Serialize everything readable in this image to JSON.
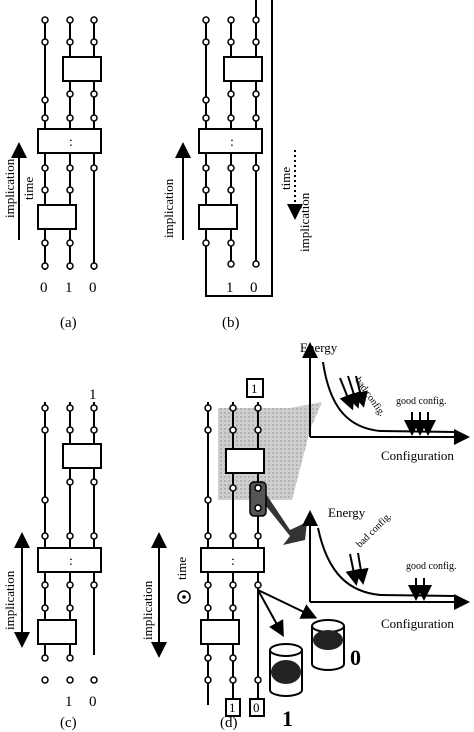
{
  "panels": {
    "a": {
      "caption": "(a)",
      "outputs": [
        "0",
        "1",
        "0"
      ],
      "arrow_label_outer": "implication",
      "arrow_label_inner": "time"
    },
    "b": {
      "caption": "(b)",
      "outputs": [
        "1",
        "0"
      ],
      "arrow_label_left": "implication",
      "arrow_label_right_top": "time",
      "arrow_label_right_bottom": "implication"
    },
    "c": {
      "caption": "(c)",
      "top_label": "1",
      "outputs": [
        "1",
        "0"
      ],
      "arrow_label": "implication"
    },
    "d": {
      "caption": "(d)",
      "top_box": "1",
      "bottom_boxes": [
        "1",
        "0"
      ],
      "arrow_label_outer": "implication",
      "arrow_label_inner": "time",
      "drum_labels": [
        "0",
        "1"
      ],
      "plot_top": {
        "y_label": "Energy",
        "x_label": "Configuration",
        "bad_label": "bad config.",
        "good_label": "good config."
      },
      "plot_bottom": {
        "y_label": "Energy",
        "x_label": "Configuration",
        "bad_label": "bad config.",
        "good_label": "good config."
      }
    }
  },
  "colors": {
    "ink": "#000000",
    "shade": "#bdbdbd"
  }
}
